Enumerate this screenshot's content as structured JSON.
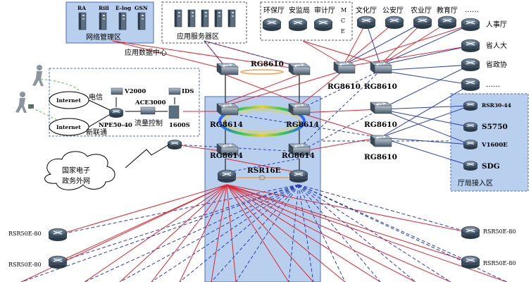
{
  "zones": {
    "network_mgmt": "网络管理区",
    "app_server": "应用服务器区",
    "app_datacenter": "应用数据中心",
    "bureau_access": "厅局接入区",
    "gov_extranet_l1": "国家电子",
    "gov_extranet_l2": "政务外网"
  },
  "mgmt_servers": [
    "RA",
    "Rill",
    "E-log",
    "GSN"
  ],
  "mce_label": "M C E",
  "departments_top": [
    "环保厅",
    "安监局",
    "审计厅",
    "文化厅",
    "公安厅",
    "农业厅",
    "教育厅",
    "……"
  ],
  "departments_right": [
    "人事厅",
    "省人大",
    "省政协",
    "……"
  ],
  "core": {
    "rg8610": "RG8610",
    "rg8614": "RG8614",
    "rsr16e": "RSR16E"
  },
  "internet": {
    "cloud": "Internet",
    "isp_telecom": "电信",
    "isp_unicom": "新联通",
    "npe": "NPE50-40",
    "v2000": "V2000",
    "ace3000": "ACE3000",
    "flow_control": "流量控制",
    "ids": "IDS",
    "ids_model": "1600S"
  },
  "access_devices": [
    "RSR30-44",
    "S5750",
    "V1600E",
    "SDG"
  ],
  "edge_router": "RSR50E-80",
  "colors": {
    "red_link": "#e0262f",
    "blue_link": "#2c3eb4",
    "zone_fill": "#b8d0ee",
    "zone_border": "#4a6fb0",
    "device": "#4d6579"
  }
}
